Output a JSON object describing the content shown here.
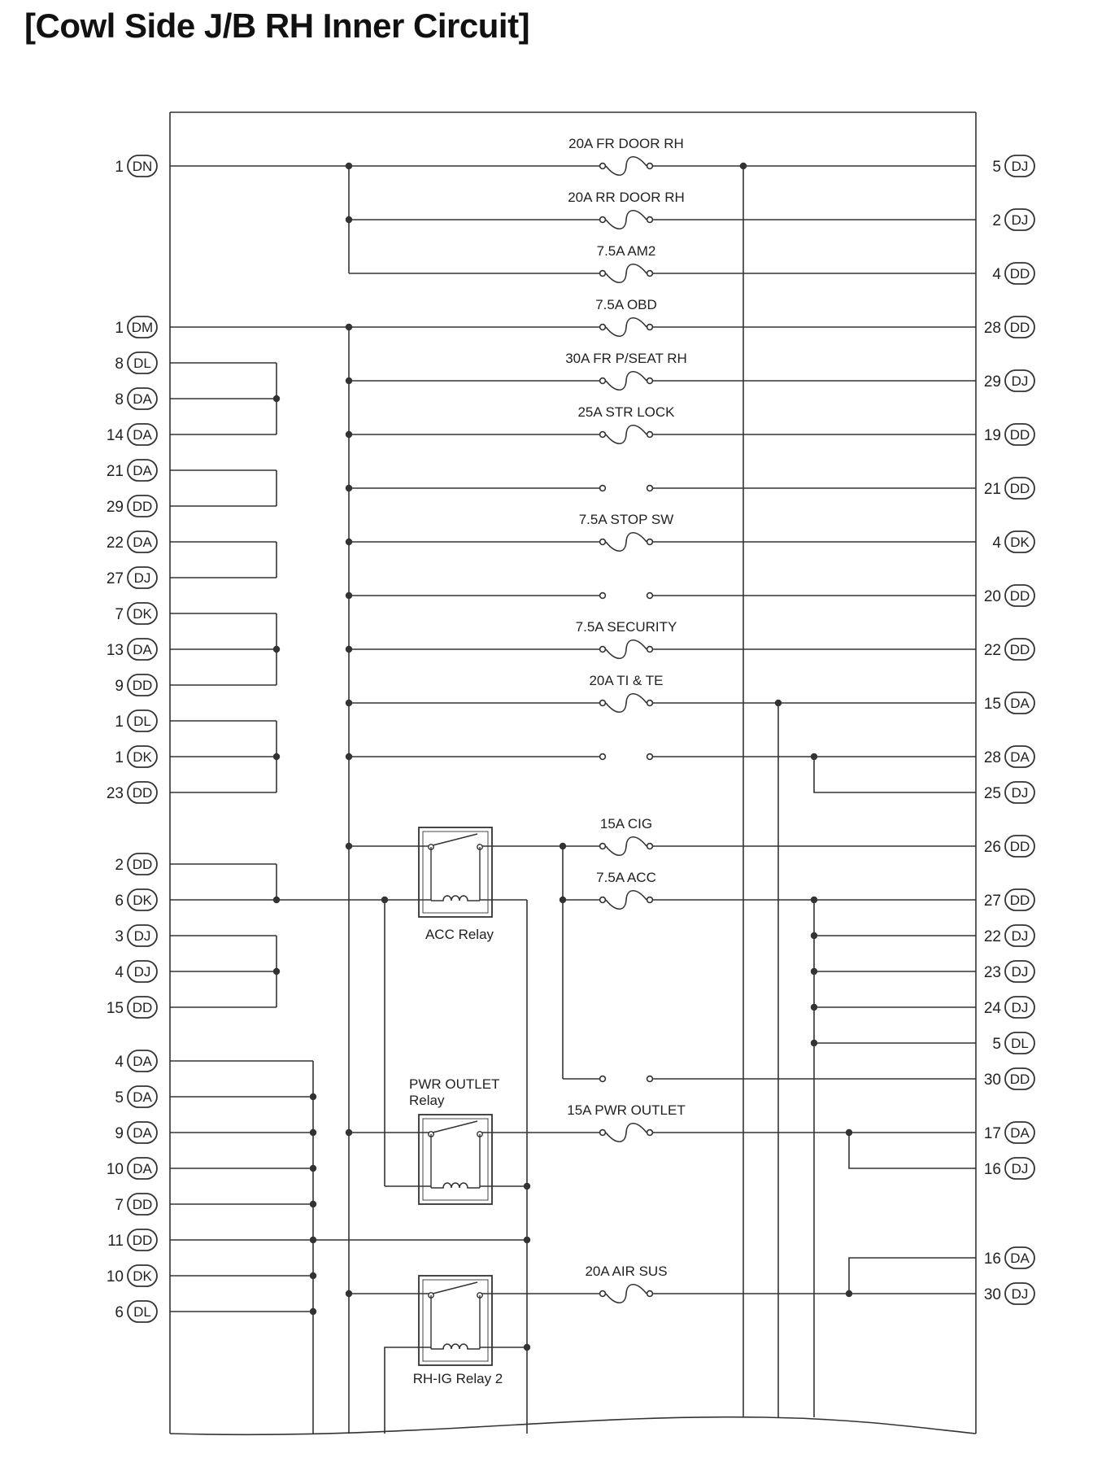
{
  "title": "[Cowl Side J/B RH Inner Circuit]",
  "colors": {
    "line": "#333333",
    "text": "#222222",
    "background": "#ffffff"
  },
  "left_terminals": [
    {
      "pin": "1",
      "code": "DN"
    },
    {
      "pin": "1",
      "code": "DM"
    },
    {
      "pin": "8",
      "code": "DL"
    },
    {
      "pin": "8",
      "code": "DA"
    },
    {
      "pin": "14",
      "code": "DA"
    },
    {
      "pin": "21",
      "code": "DA"
    },
    {
      "pin": "29",
      "code": "DD"
    },
    {
      "pin": "22",
      "code": "DA"
    },
    {
      "pin": "27",
      "code": "DJ"
    },
    {
      "pin": "7",
      "code": "DK"
    },
    {
      "pin": "13",
      "code": "DA"
    },
    {
      "pin": "9",
      "code": "DD"
    },
    {
      "pin": "1",
      "code": "DL"
    },
    {
      "pin": "1",
      "code": "DK"
    },
    {
      "pin": "23",
      "code": "DD"
    },
    {
      "pin": "2",
      "code": "DD"
    },
    {
      "pin": "6",
      "code": "DK"
    },
    {
      "pin": "3",
      "code": "DJ"
    },
    {
      "pin": "4",
      "code": "DJ"
    },
    {
      "pin": "15",
      "code": "DD"
    },
    {
      "pin": "4",
      "code": "DA"
    },
    {
      "pin": "5",
      "code": "DA"
    },
    {
      "pin": "9",
      "code": "DA"
    },
    {
      "pin": "10",
      "code": "DA"
    },
    {
      "pin": "7",
      "code": "DD"
    },
    {
      "pin": "11",
      "code": "DD"
    },
    {
      "pin": "10",
      "code": "DK"
    },
    {
      "pin": "6",
      "code": "DL"
    }
  ],
  "right_terminals": [
    {
      "pin": "5",
      "code": "DJ"
    },
    {
      "pin": "2",
      "code": "DJ"
    },
    {
      "pin": "4",
      "code": "DD"
    },
    {
      "pin": "28",
      "code": "DD"
    },
    {
      "pin": "29",
      "code": "DJ"
    },
    {
      "pin": "19",
      "code": "DD"
    },
    {
      "pin": "21",
      "code": "DD"
    },
    {
      "pin": "4",
      "code": "DK"
    },
    {
      "pin": "20",
      "code": "DD"
    },
    {
      "pin": "22",
      "code": "DD"
    },
    {
      "pin": "15",
      "code": "DA"
    },
    {
      "pin": "28",
      "code": "DA"
    },
    {
      "pin": "25",
      "code": "DJ"
    },
    {
      "pin": "26",
      "code": "DD"
    },
    {
      "pin": "27",
      "code": "DD"
    },
    {
      "pin": "22",
      "code": "DJ"
    },
    {
      "pin": "23",
      "code": "DJ"
    },
    {
      "pin": "24",
      "code": "DJ"
    },
    {
      "pin": "5",
      "code": "DL"
    },
    {
      "pin": "30",
      "code": "DD"
    },
    {
      "pin": "17",
      "code": "DA"
    },
    {
      "pin": "16",
      "code": "DJ"
    },
    {
      "pin": "16",
      "code": "DA"
    },
    {
      "pin": "30",
      "code": "DJ"
    }
  ],
  "fuses": [
    {
      "label": "20A FR DOOR RH"
    },
    {
      "label": "20A RR DOOR RH"
    },
    {
      "label": "7.5A AM2"
    },
    {
      "label": "7.5A OBD"
    },
    {
      "label": "30A FR P/SEAT RH"
    },
    {
      "label": "25A STR LOCK"
    },
    {
      "label": "7.5A STOP SW"
    },
    {
      "label": "7.5A SECURITY"
    },
    {
      "label": "20A TI & TE"
    },
    {
      "label": "15A CIG"
    },
    {
      "label": "7.5A ACC"
    },
    {
      "label": "15A PWR OUTLET"
    },
    {
      "label": "20A AIR SUS"
    }
  ],
  "relays": [
    {
      "label": "ACC Relay"
    },
    {
      "label": "PWR OUTLET Relay"
    },
    {
      "label": "RH-IG Relay 2"
    }
  ]
}
